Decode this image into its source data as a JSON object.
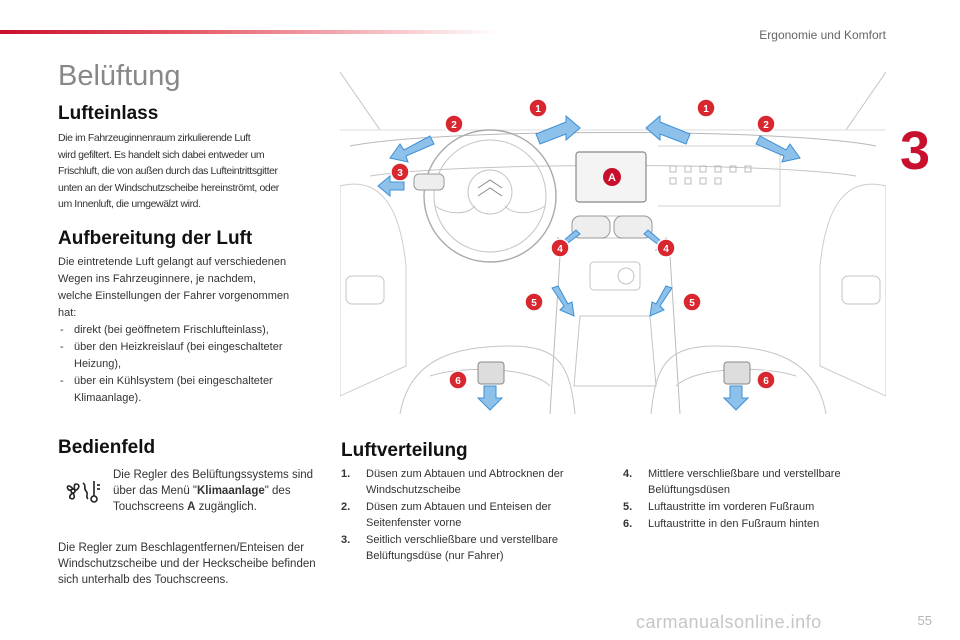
{
  "header": {
    "section": "Ergonomie und Komfort",
    "chapter": "3"
  },
  "title": "Belüftung",
  "lufteinlass": {
    "heading": "Lufteinlass",
    "lines": [
      "Die im Fahrzeuginnenraum zirkulierende Luft",
      "wird gefiltert. Es handelt sich dabei entweder um",
      "Frischluft, die von außen durch das Lufteintrittsgitter",
      "unten an der Windschutzscheibe hereinströmt, oder",
      "um Innenluft, die umgewälzt wird."
    ]
  },
  "aufbereitung": {
    "heading": "Aufbereitung der Luft",
    "lines": [
      "Die eintretende Luft gelangt auf verschiedenen",
      "Wegen ins Fahrzeuginnere, je nachdem,",
      "welche Einstellungen der Fahrer vorgenommen",
      "hat:"
    ],
    "items": [
      "direkt (bei geöffnetem Frischlufteinlass),",
      "über den Heizkreislauf (bei eingeschalteter Heizung),",
      "über ein Kühlsystem (bei eingeschalteter Klimaanlage)."
    ]
  },
  "bedienfeld": {
    "heading": "Bedienfeld",
    "icon": "climate-fan-thermometer-icon",
    "text_before": "Die Regler des Belüftungssystems sind über das Menü \"",
    "menu": "Klimaanlage",
    "text_mid": "\" des Touchscreens ",
    "screen_letter": "A",
    "text_after": " zugänglich.",
    "text2": "Die Regler zum Beschlagentfernen/Enteisen der Windschutzscheibe und der Heckscheibe befinden sich unterhalb des Touchscreens."
  },
  "luftverteilung": {
    "heading": "Luftverteilung",
    "items_left": [
      {
        "num": "1.",
        "text": "Düsen zum Abtauen und Abtrocknen der Windschutzscheibe"
      },
      {
        "num": "2.",
        "text": "Düsen zum Abtauen und Enteisen der Seitenfenster vorne"
      },
      {
        "num": "3.",
        "text": "Seitlich verschließbare und verstellbare Belüftungsdüse (nur Fahrer)"
      }
    ],
    "items_right": [
      {
        "num": "4.",
        "text": "Mittlere verschließbare und verstellbare Belüftungsdüsen"
      },
      {
        "num": "5.",
        "text": "Luftaustritte im vorderen Fußraum"
      },
      {
        "num": "6.",
        "text": "Luftaustritte in den Fußraum hinten"
      }
    ]
  },
  "illustration": {
    "markers": [
      "1",
      "1",
      "2",
      "2",
      "3",
      "4",
      "4",
      "5",
      "5",
      "6",
      "6"
    ],
    "touchscreen_label": "A",
    "colors": {
      "marker": "#d8272f",
      "airflow": "#3d8fd6",
      "screen": "#c8102e"
    }
  },
  "footer": {
    "page": "55",
    "watermark": "carmanualsonline.info"
  }
}
